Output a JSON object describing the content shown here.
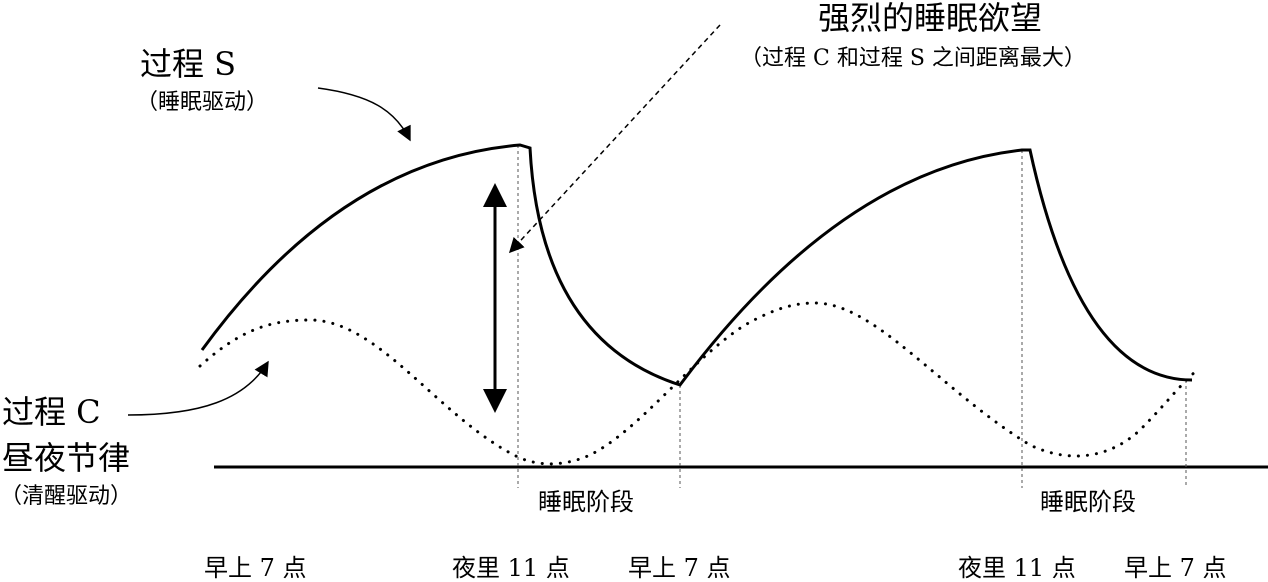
{
  "labels": {
    "process_s": "过程 S",
    "process_s_sub": "（睡眠驱动）",
    "process_c": "过程 C",
    "process_c_line2": "昼夜节律",
    "process_c_sub": "（清醒驱动）",
    "strong_desire": "强烈的睡眠欲望",
    "strong_desire_sub": "（过程 C 和过程 S 之间距离最大）",
    "sleep_phase_1": "睡眠阶段",
    "sleep_phase_2": "睡眠阶段"
  },
  "time_labels": [
    "早上 7 点",
    "夜里 11 点",
    "早上 7 点",
    "夜里 11 点",
    "早上 7 点"
  ],
  "colors": {
    "stroke": "#000000",
    "background": "#ffffff"
  }
}
